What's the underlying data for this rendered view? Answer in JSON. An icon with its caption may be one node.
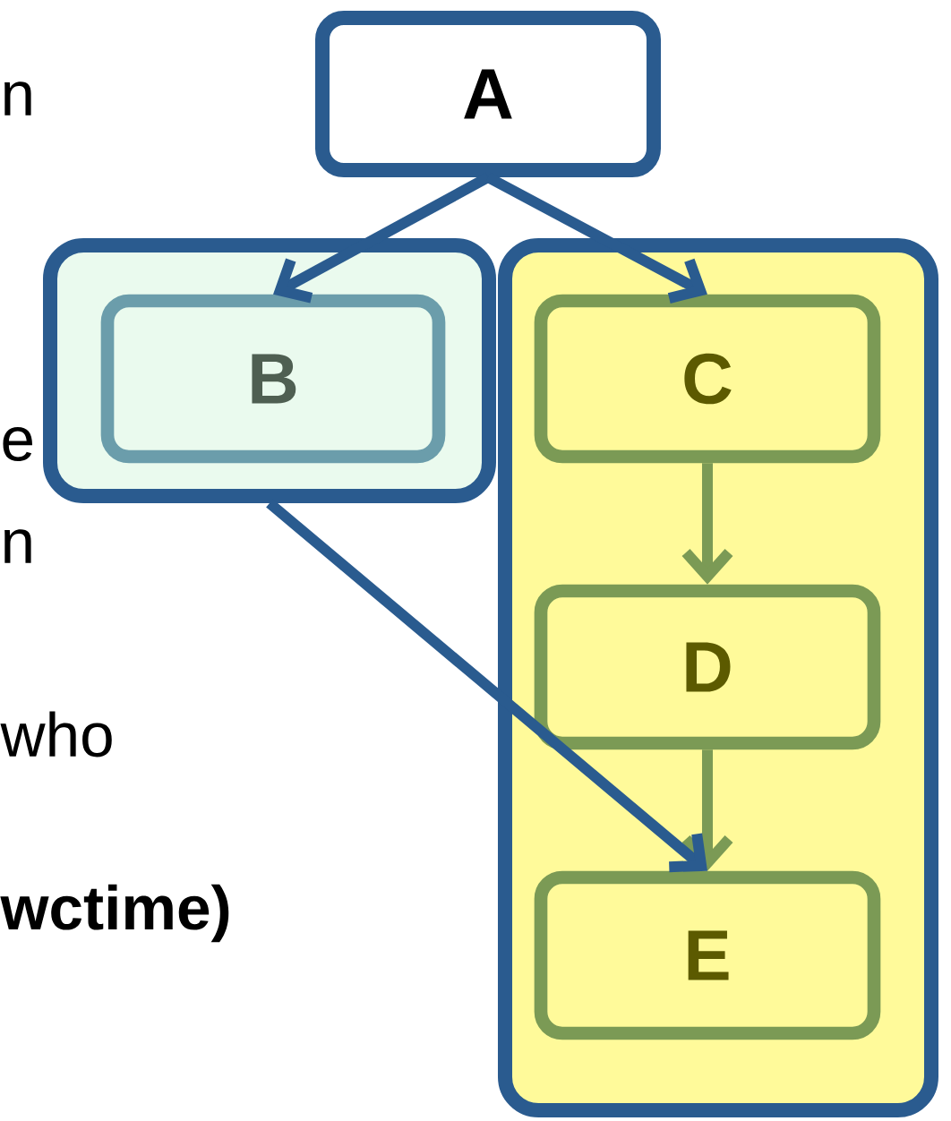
{
  "diagram": {
    "nodes": [
      {
        "text": [
          "A"
        ]
      },
      {
        "text": [],
        "shape": "box"
      },
      {
        "text": [
          "B"
        ],
        "in": 1
      },
      {
        "text": [],
        "shape": "box"
      },
      {
        "text": [
          "C"
        ],
        "in": 3
      },
      {
        "text": [
          "D"
        ],
        "in": 3
      },
      {
        "text": [
          "E"
        ],
        "in": 3
      }
    ],
    "edges": [
      {
        "from": 0,
        "to": 2,
        "arrow": "to"
      },
      {
        "from": 0,
        "to": 4,
        "arrow": "to"
      },
      {
        "from": 4,
        "to": 5,
        "arrow": "to",
        "color": "#7b9a55"
      },
      {
        "from": 5,
        "to": 6,
        "arrow": "to",
        "color": "#7b9a55"
      },
      {
        "from": 1,
        "to": 6,
        "arrow": "to"
      }
    ],
    "labels": [
      "n",
      "e",
      "n",
      "who",
      "wctime)"
    ]
  }
}
